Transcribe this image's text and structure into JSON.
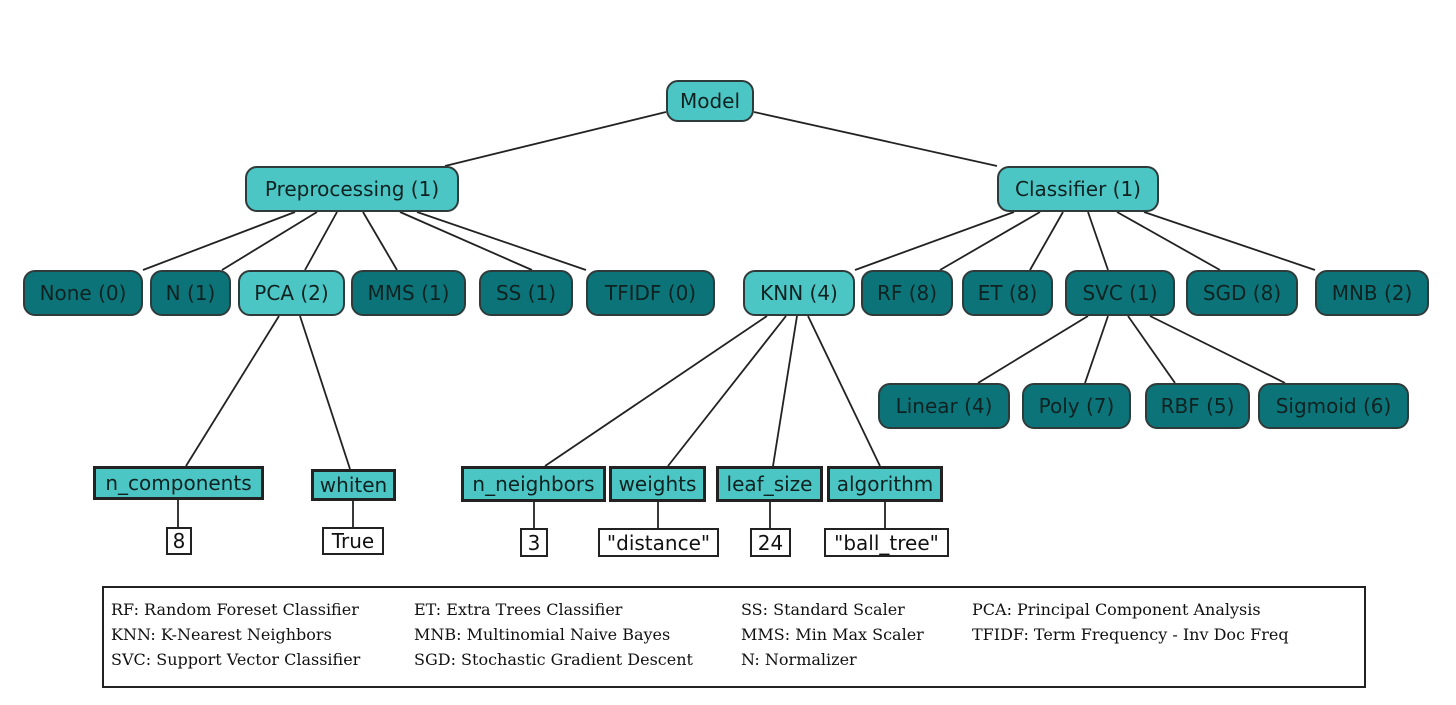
{
  "tree": {
    "root": "Model",
    "preprocessing": {
      "label": "Preprocessing (1)",
      "children": [
        "None (0)",
        "N (1)",
        "PCA (2)",
        "MMS (1)",
        "SS (1)",
        "TFIDF (0)"
      ],
      "pca_params": [
        {
          "name": "n_components",
          "value": "8"
        },
        {
          "name": "whiten",
          "value": "True"
        }
      ]
    },
    "classifier": {
      "label": "Classifier (1)",
      "children": [
        "KNN (4)",
        "RF (8)",
        "ET (8)",
        "SVC (1)",
        "SGD (8)",
        "MNB (2)"
      ],
      "svc_children": [
        "Linear (4)",
        "Poly (7)",
        "RBF (5)",
        "Sigmoid (6)"
      ],
      "knn_params": [
        {
          "name": "n_neighbors",
          "value": "3"
        },
        {
          "name": "weights",
          "value": "\"distance\""
        },
        {
          "name": "leaf_size",
          "value": "24"
        },
        {
          "name": "algorithm",
          "value": "\"ball_tree\""
        }
      ]
    }
  },
  "legend": [
    "RF: Random Foreset Classifier",
    "KNN: K-Nearest Neighbors",
    "SVC: Support Vector Classifier",
    "ET: Extra Trees Classifier",
    "MNB: Multinomial Naive Bayes",
    "SGD: Stochastic Gradient Descent",
    "SS: Standard Scaler",
    "MMS: Min Max Scaler",
    "N: Normalizer",
    "PCA: Principal Component Analysis",
    "TFIDF: Term Frequency - Inv Doc Freq"
  ],
  "colors": {
    "selected_node": "#4cc6c4",
    "unselected_node": "#0c7478",
    "edge": "#222222"
  }
}
